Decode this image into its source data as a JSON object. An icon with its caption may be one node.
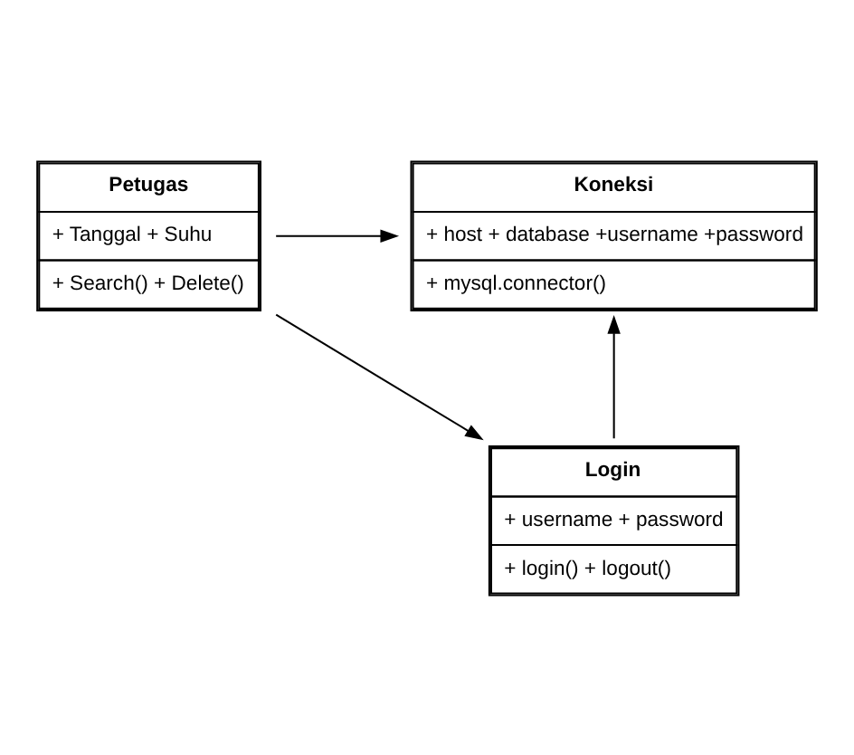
{
  "diagram": {
    "nodes": [
      {
        "text": [
          "Koneksi",
          "+ host + database +username +password",
          "+ mysql.connector()"
        ]
      },
      {
        "text": [
          "Petugas",
          "+ Tanggal + Suhu",
          "+ Search() + Delete()"
        ]
      },
      {
        "text": [
          "Login",
          "+ username + password",
          "+ login() + logout()"
        ]
      }
    ],
    "edges": [
      {
        "from": 1,
        "to": 0,
        "arrow": "to"
      },
      {
        "from": 2,
        "to": 0,
        "arrow": "to"
      },
      {
        "from": 1,
        "to": 2,
        "arrow": "to"
      }
    ]
  }
}
